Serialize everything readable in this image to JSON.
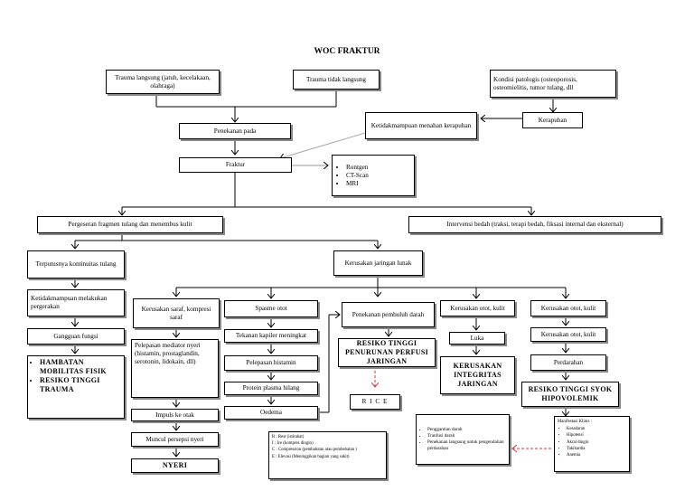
{
  "title": "WOC FRAKTUR",
  "nodes": {
    "trauma_langsung": "Trauma langsung (jatuh, kecelakaan, olahraga)",
    "trauma_tidak_langsung": "Trauma tidak langsung",
    "kondisi_patologis": "Kondisi patologis (osteoporosis, osteomielitis, tumor tulang, dll",
    "kerapuhan": "Kerapuhan",
    "ketidakmampuan_menahan": "Ketidakmampuan menahan kerapuhan",
    "penekanan_pada": "Penekanan pada",
    "fraktur": "Fraktur",
    "diagnostics": [
      "Rontgen",
      "CT-Scan",
      "MRI"
    ],
    "pergeseran": "Pergeseran fragmen tulang dan menembus kulit",
    "intervensi_bedah": "Intervensi bedah (traksi, terapi bedah, fiksasi internal dan eksternal)",
    "terputusnya": "Terputusnya kontinuitas tulang",
    "kerusakan_jaringan_lunak": "Kerusakan jaringan lunak",
    "ketidakmampuan_pergerakan": "Ketidakmampuan melakukan pergerakan",
    "gangguan_fungsi": "Gangguan fungsi",
    "dx_mobilitas": [
      "HAMBATAN MOBILITAS FISIK",
      "RESIKO TINGGI TRAUMA"
    ],
    "kerusakan_saraf": "Kerusakan saraf, kompresi saraf",
    "pelepasan_mediator": "Pelepasan mediator nyeri (histamin, prostaglandin, serotonin, lidokain, dll)",
    "impuls_otak": "Impuls ke otak",
    "muncul_persepsi": "Muncul persepsi nyeri",
    "dx_nyeri": "NYERI",
    "spasme_otot": "Spasme otot",
    "tekanan_kapiler": "Tekanan kapiler meningkat",
    "pelepasan_histamin": "Pelepasan histamin",
    "protein_plasma": "Protein plasma hilang",
    "oedema": "Oedema",
    "rice_legend": [
      "R : Rest (istirahat)",
      "I : Ice (kompres dingin)",
      "C : Compression (pembalutan atau pembebatan )",
      "E : Elevasi (Meninggikan bagian yang sakit)"
    ],
    "penekanan_pembuluh": "Penekanan pembuluh darah",
    "dx_perfusi": "RESIKO TINGGI PENURUNAN PERFUSI JARINGAN",
    "rice": "R I C E",
    "kerusakan_otot_kulit_1": "Kerusakan otot, kulit",
    "luka": "Luka",
    "dx_integritas": "KERUSAKAN INTEGRITAS JARINGAN",
    "kerusakan_otot_kulit_2": "Kerusakan otot, kulit",
    "kerusakan_otot_kulit_3": "Kerusakan otot, kulit",
    "perdarahan": "Perdarahan",
    "dx_syok": "RESIKO TINGGI SYOK HIPOVOLEMIK",
    "penanganan": [
      "Penggantian darah",
      "Tranfusi darah",
      "Penekanan langsung untuk pengendalian perdarahan"
    ],
    "manifestasi_title": "Manifestasi Klinis :",
    "manifestasi": [
      "Kesadaran",
      "Hipotensi",
      "Akral dingin",
      "Takikardia",
      "Anemia"
    ]
  }
}
